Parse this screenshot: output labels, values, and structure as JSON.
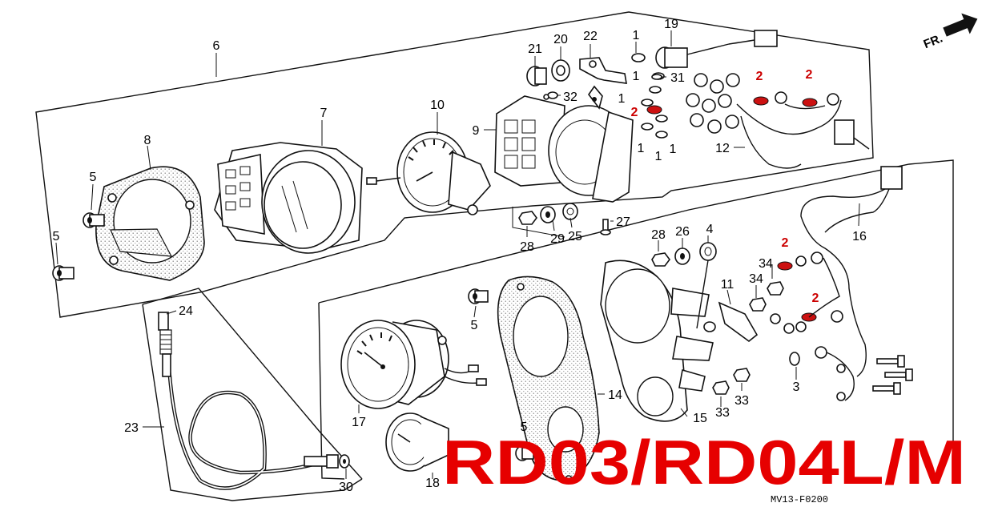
{
  "title": "RD03/RD04L/M",
  "diagram_code": "MV13-F0200",
  "front_indicator": "FR.",
  "colors": {
    "title": "#e60000",
    "highlight_labels": "#cc0000",
    "highlight_parts": "#cc1111",
    "line_art": "#111111",
    "background": "#ffffff"
  },
  "parts": [
    {
      "num": "1"
    },
    {
      "num": "2"
    },
    {
      "num": "3"
    },
    {
      "num": "4"
    },
    {
      "num": "5"
    },
    {
      "num": "6"
    },
    {
      "num": "7"
    },
    {
      "num": "8"
    },
    {
      "num": "9"
    },
    {
      "num": "10"
    },
    {
      "num": "11"
    },
    {
      "num": "12"
    },
    {
      "num": "14"
    },
    {
      "num": "15"
    },
    {
      "num": "16"
    },
    {
      "num": "17"
    },
    {
      "num": "18"
    },
    {
      "num": "19"
    },
    {
      "num": "20"
    },
    {
      "num": "21"
    },
    {
      "num": "22"
    },
    {
      "num": "23"
    },
    {
      "num": "24"
    },
    {
      "num": "25"
    },
    {
      "num": "26"
    },
    {
      "num": "27"
    },
    {
      "num": "28"
    },
    {
      "num": "29"
    },
    {
      "num": "30"
    },
    {
      "num": "31"
    },
    {
      "num": "32"
    },
    {
      "num": "33"
    },
    {
      "num": "34"
    }
  ]
}
